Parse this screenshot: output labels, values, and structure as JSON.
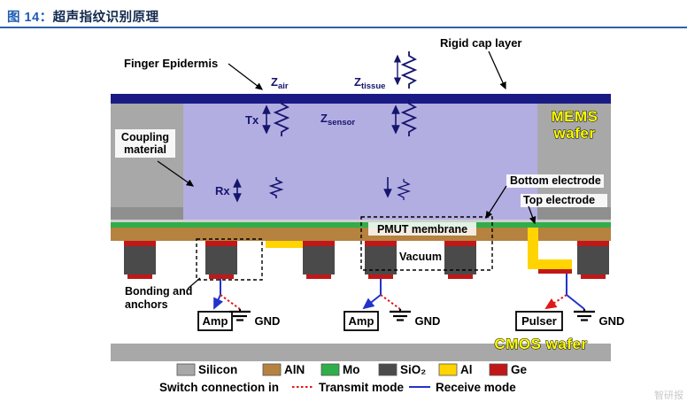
{
  "header": {
    "figure_label": "图 14：",
    "figure_title": "超声指纹识别原理"
  },
  "diagram": {
    "colors": {
      "cap": "#1a1a85",
      "coupling": "#b3aee2",
      "silicon": "#a8a8a8",
      "silicon_dark": "#8f8f8f",
      "mo": "#2fae4a",
      "aln": "#b5823f",
      "sio2": "#4a4a4a",
      "al": "#ffd400",
      "ge": "#c01818",
      "wafer_text": "#ffff00",
      "impedance": "#15156e",
      "receive": "#2233cc",
      "transmit": "#e01818"
    },
    "labels": {
      "finger_epidermis": "Finger Epidermis",
      "rigid_cap_layer": "Rigid cap layer",
      "coupling_line1": "Coupling",
      "coupling_line2": "material",
      "mems_line1": "MEMS",
      "mems_line2": "wafer",
      "cmos_wafer": "CMOS wafer",
      "bottom_electrode": "Bottom electrode",
      "top_electrode": "Top electrode",
      "pmut_membrane": "PMUT membrane",
      "vacuum": "Vacuum",
      "bonding_line1": "Bonding and",
      "bonding_line2": "anchors",
      "tx": "Tx",
      "rx": "Rx"
    },
    "impedance_labels": {
      "z": "Z",
      "air": "air",
      "tissue": "tissue",
      "sensor": "sensor"
    },
    "circuit": {
      "amp": "Amp",
      "gnd": "GND",
      "pulser": "Pulser"
    }
  },
  "legend": {
    "items": [
      {
        "label": "Silicon",
        "color": "#a8a8a8"
      },
      {
        "label": "AlN",
        "color": "#b5823f"
      },
      {
        "label": "Mo",
        "color": "#2fae4a"
      },
      {
        "label": "SiO₂",
        "color": "#4a4a4a"
      },
      {
        "label": "Al",
        "color": "#ffd400"
      },
      {
        "label": "Ge",
        "color": "#c01818"
      }
    ],
    "mode_line": {
      "prefix": "Switch connection in",
      "transmit": "Transmit mode",
      "receive": "Receive mode"
    }
  },
  "watermark": "智研报"
}
